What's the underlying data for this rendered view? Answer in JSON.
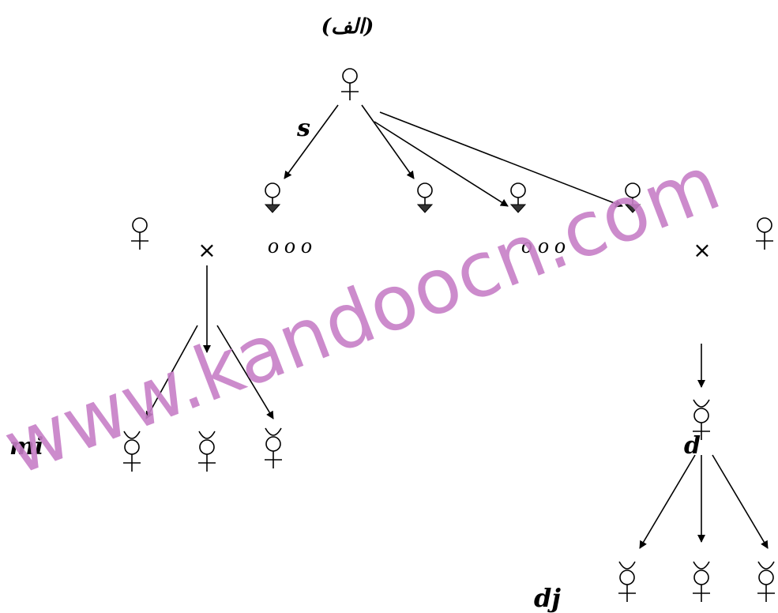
{
  "title": "(الف)",
  "labels": {
    "s": "s",
    "mi": "mi",
    "d": "d",
    "dj": "dj"
  },
  "ellipsis_left": "o o o",
  "ellipsis_right": "o o o",
  "cross": "×",
  "watermark": "www.kandoocn.com"
}
